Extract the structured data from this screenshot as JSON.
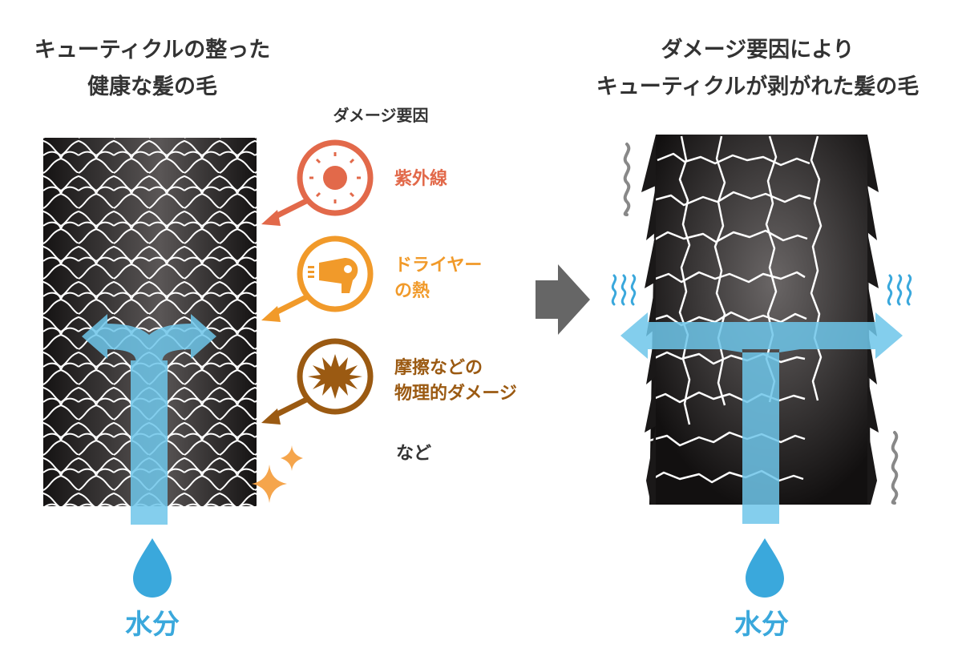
{
  "left": {
    "title_line1": "キューティクルの整った",
    "title_line2": "健康な髪の毛",
    "water_label": "水分"
  },
  "right": {
    "title_line1": "ダメージ要因により",
    "title_line2": "キューティクルが剥がれた髪の毛",
    "water_label": "水分"
  },
  "damage": {
    "title": "ダメージ要因",
    "factors": [
      {
        "label": "紫外線",
        "icon": "sun-icon",
        "color": "#e2694a"
      },
      {
        "label_line1": "ドライヤー",
        "label_line2": "の熱",
        "icon": "hair-dryer-icon",
        "color": "#f19a2a"
      },
      {
        "label_line1": "摩擦などの",
        "label_line2": "物理的ダメージ",
        "icon": "spiky-burst-icon",
        "color": "#9b5a12"
      }
    ],
    "etc": "など"
  },
  "colors": {
    "water": "#3aa8dc",
    "water_flow": "#6ec6ea",
    "hair_dark": "#1c1a1a",
    "sparkle": "#f5a54c",
    "arrow_gray": "#666666",
    "wave_gray": "#888888"
  }
}
